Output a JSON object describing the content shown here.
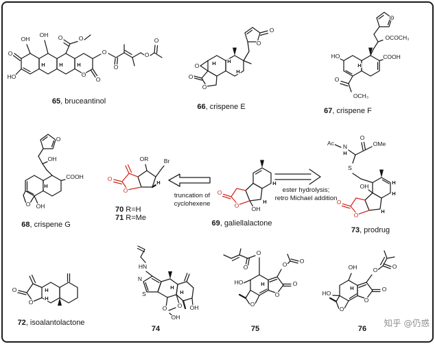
{
  "figure": {
    "watermark": "知乎 @仍惑"
  },
  "colors": {
    "ink": "#1a1a1a",
    "highlight_red": "#d3281e",
    "watermark_gray": "#8f8f8f"
  },
  "annotations": {
    "truncation_line1": "truncation of",
    "truncation_line2": "cyclohexene",
    "retro_line1": "ester hydrolysis;",
    "retro_line2": "retro Michael addition"
  },
  "compounds": {
    "c65": {
      "num": "65",
      "name": ", bruceantinol",
      "atoms": [
        "O",
        "HO",
        "OH",
        "OH",
        "O",
        "O",
        "O",
        "O",
        "O",
        "O",
        "O",
        "O",
        "H",
        "H",
        "H"
      ]
    },
    "c66": {
      "num": "66",
      "name": ", crispene E",
      "atoms": [
        "O",
        "O",
        "O",
        "O",
        "O",
        "H",
        "H",
        "H"
      ]
    },
    "c67": {
      "num": "67",
      "name": ", crispene F",
      "atoms": [
        "O",
        "OCOCH₃",
        "HO",
        "COOH",
        "O",
        "OCH₃",
        "H"
      ]
    },
    "c68": {
      "num": "68",
      "name": ", crispene G",
      "atoms": [
        "O",
        "OH",
        "COOH",
        "O",
        "OH",
        "H"
      ]
    },
    "c70": {
      "num": "70",
      "r": " R=H",
      "num2": "71",
      "r2": " R=Me",
      "atoms": [
        "O",
        "O",
        "OR",
        "Br",
        "H"
      ]
    },
    "c69": {
      "num": "69",
      "name": ", galiellalactone",
      "atoms": [
        "O",
        "O",
        "OH",
        "H",
        "H"
      ]
    },
    "c73": {
      "num": "73",
      "name": ", prodrug",
      "atoms": [
        "Ac",
        "N",
        "H",
        "O",
        "OMe",
        "S",
        "OH",
        "O",
        "O",
        "H",
        "H",
        "H"
      ]
    },
    "c72": {
      "num": "72",
      "name": ", isoalantolactone",
      "atoms": [
        "O",
        "O",
        "H",
        "H"
      ]
    },
    "c74": {
      "num": "74",
      "name": "",
      "atoms": [
        "HN",
        "N",
        "S",
        "O",
        "O",
        "OH",
        "OH",
        "H",
        "H"
      ]
    },
    "c75": {
      "num": "75",
      "name": "",
      "atoms": [
        "O",
        "O",
        "O",
        "O",
        "HO",
        "O",
        "O",
        "O",
        "H"
      ]
    },
    "c76": {
      "num": "76",
      "name": "",
      "atoms": [
        "OH",
        "HO",
        "O",
        "O",
        "O",
        "O",
        "O",
        "H"
      ]
    }
  }
}
